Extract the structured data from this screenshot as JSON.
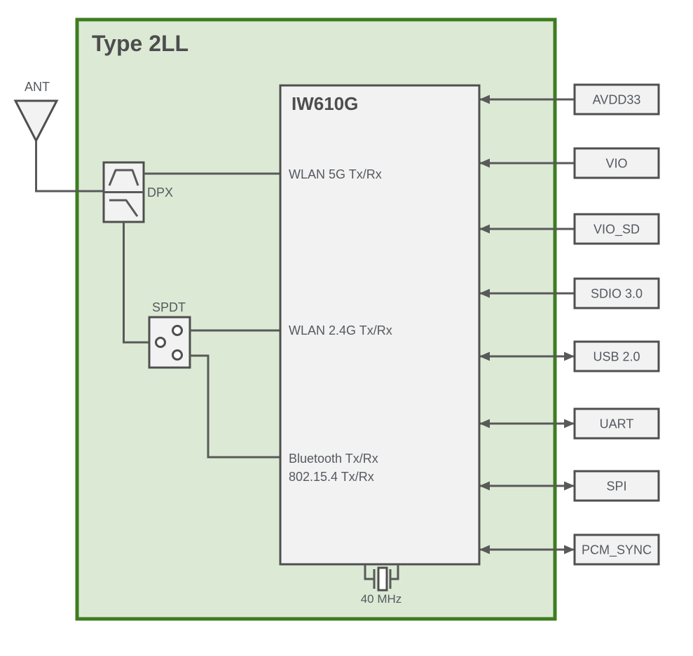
{
  "title": "Type 2LL",
  "chip": {
    "name": "IW610G",
    "ports": {
      "wlan5g": "WLAN 5G Tx/Rx",
      "wlan24g": "WLAN 2.4G Tx/Rx",
      "bt1": "Bluetooth Tx/Rx",
      "bt2": "802.15.4 Tx/Rx"
    }
  },
  "antenna": {
    "label": "ANT"
  },
  "diplexer": {
    "label": "DPX"
  },
  "rf_switch": {
    "label": "SPDT"
  },
  "crystal": {
    "label": "40 MHz"
  },
  "interfaces": [
    {
      "label": "AVDD33",
      "direction": "to-chip"
    },
    {
      "label": "VIO",
      "direction": "to-chip"
    },
    {
      "label": "VIO_SD",
      "direction": "to-chip"
    },
    {
      "label": "SDIO 3.0",
      "direction": "to-chip"
    },
    {
      "label": "USB 2.0",
      "direction": "bidirectional"
    },
    {
      "label": "UART",
      "direction": "bidirectional"
    },
    {
      "label": "SPI",
      "direction": "bidirectional"
    },
    {
      "label": "PCM_SYNC",
      "direction": "bidirectional"
    }
  ],
  "colors": {
    "module_fill": "#dcead5",
    "module_border": "#3e7c20",
    "block_fill": "#f2f2f2",
    "block_border": "#4f4f4f",
    "wire": "#595959",
    "text": "#55595e",
    "title_text": "#4d4d4d"
  }
}
